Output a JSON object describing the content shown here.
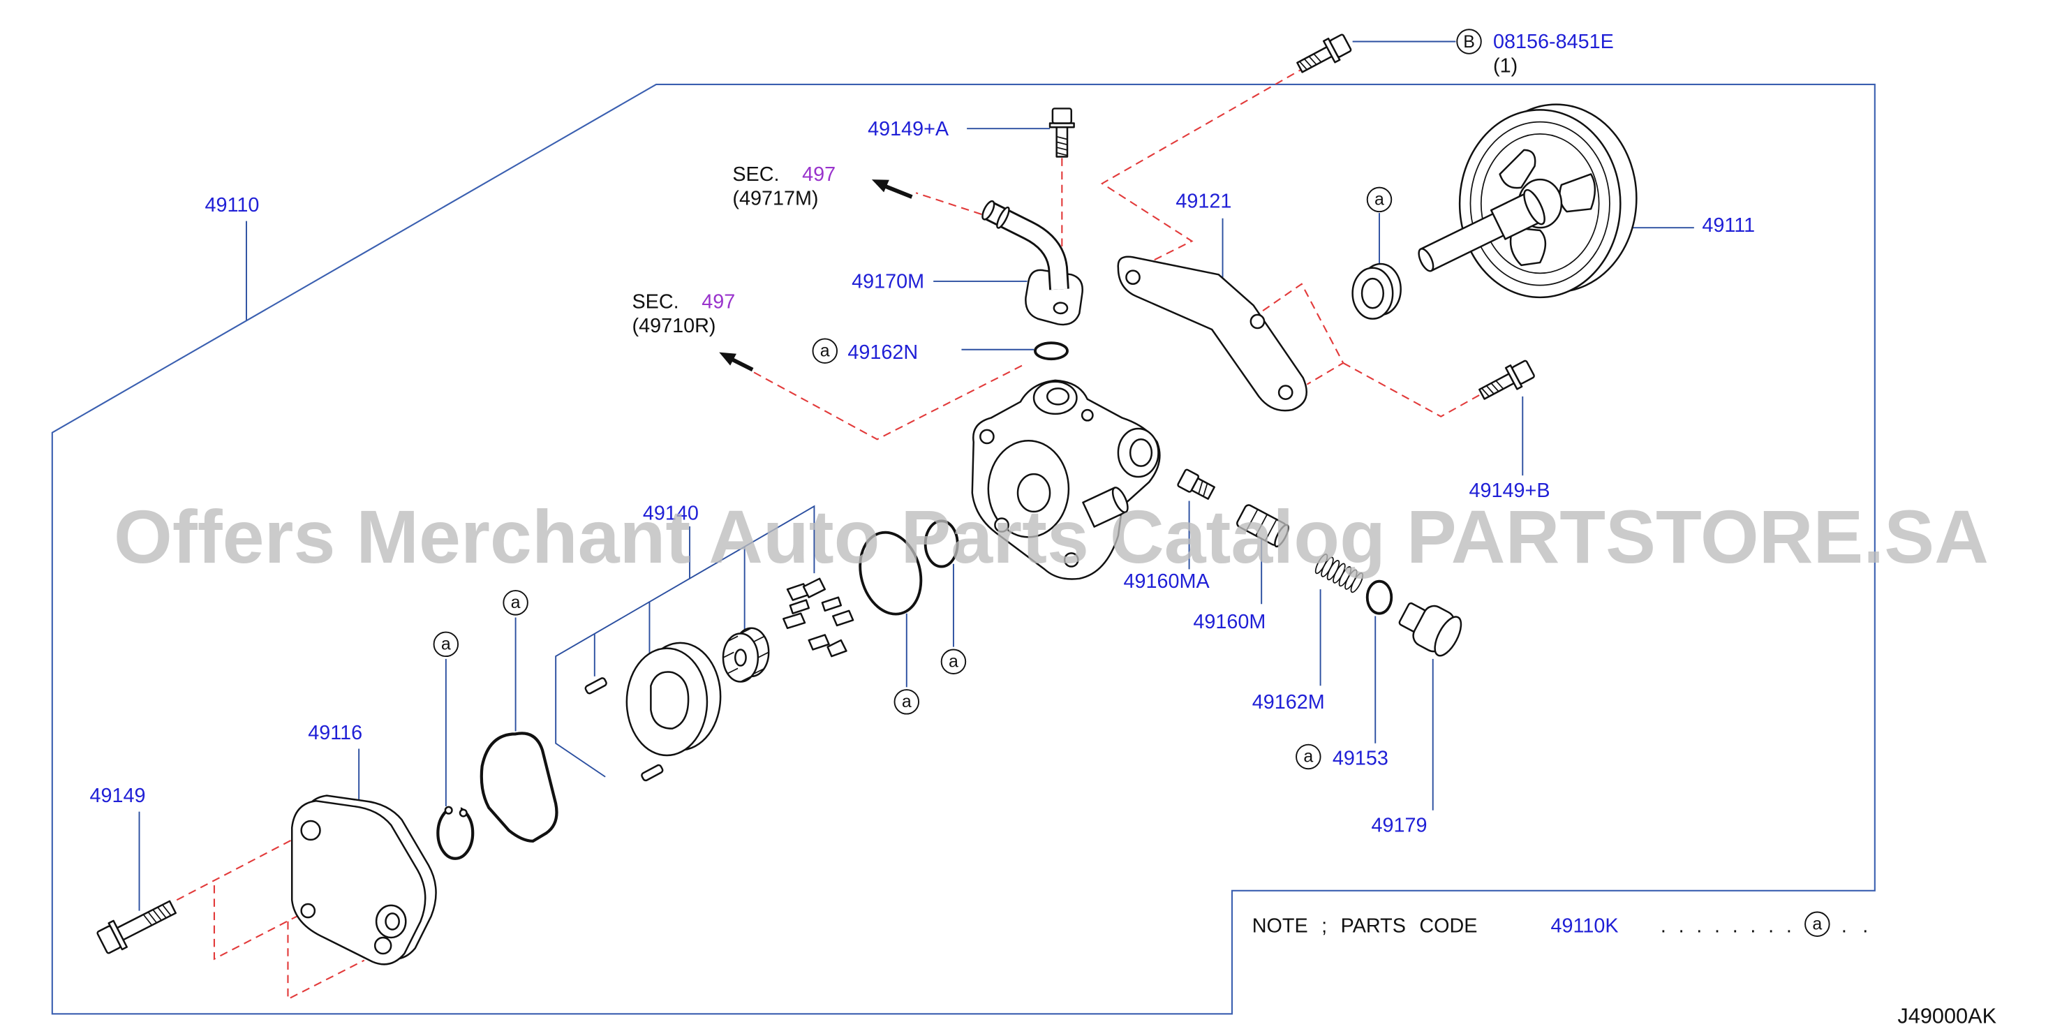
{
  "watermark": "Offers Merchant Auto Parts Catalog PARTSTORE.SA",
  "diagram_id": "J49000AK",
  "kit_marker": "a",
  "callouts": {
    "p08156_circle": "B",
    "p08156": "08156-8451E",
    "p08156_qty": "(1)",
    "p49149A": "49149+A",
    "p49121": "49121",
    "p49111": "49111",
    "p49110": "49110",
    "p49170M": "49170M",
    "p49162N": "49162N",
    "p49149B": "49149+B",
    "p49140": "49140",
    "p49160MA": "49160MA",
    "p49160M": "49160M",
    "p49162M": "49162M",
    "p49116": "49116",
    "p49153": "49153",
    "p49149": "49149",
    "p49179": "49179"
  },
  "section_refs": [
    {
      "prefix": "SEC.",
      "number": "497",
      "part": "(49717M)"
    },
    {
      "prefix": "SEC.",
      "number": "497",
      "part": "(49710R)"
    }
  ],
  "note": {
    "label": "NOTE ; PARTS CODE",
    "code": "49110K",
    "dots": ". . . . . . . .",
    "marker": "a",
    "trailing": ". ."
  },
  "colors": {
    "label": "#1f1fd6",
    "section": "#9933cc",
    "frame": "#3a5fb0",
    "leader": "#2b4fa0",
    "dash": "#e23a3a",
    "watermark": "#bdbdbd"
  }
}
